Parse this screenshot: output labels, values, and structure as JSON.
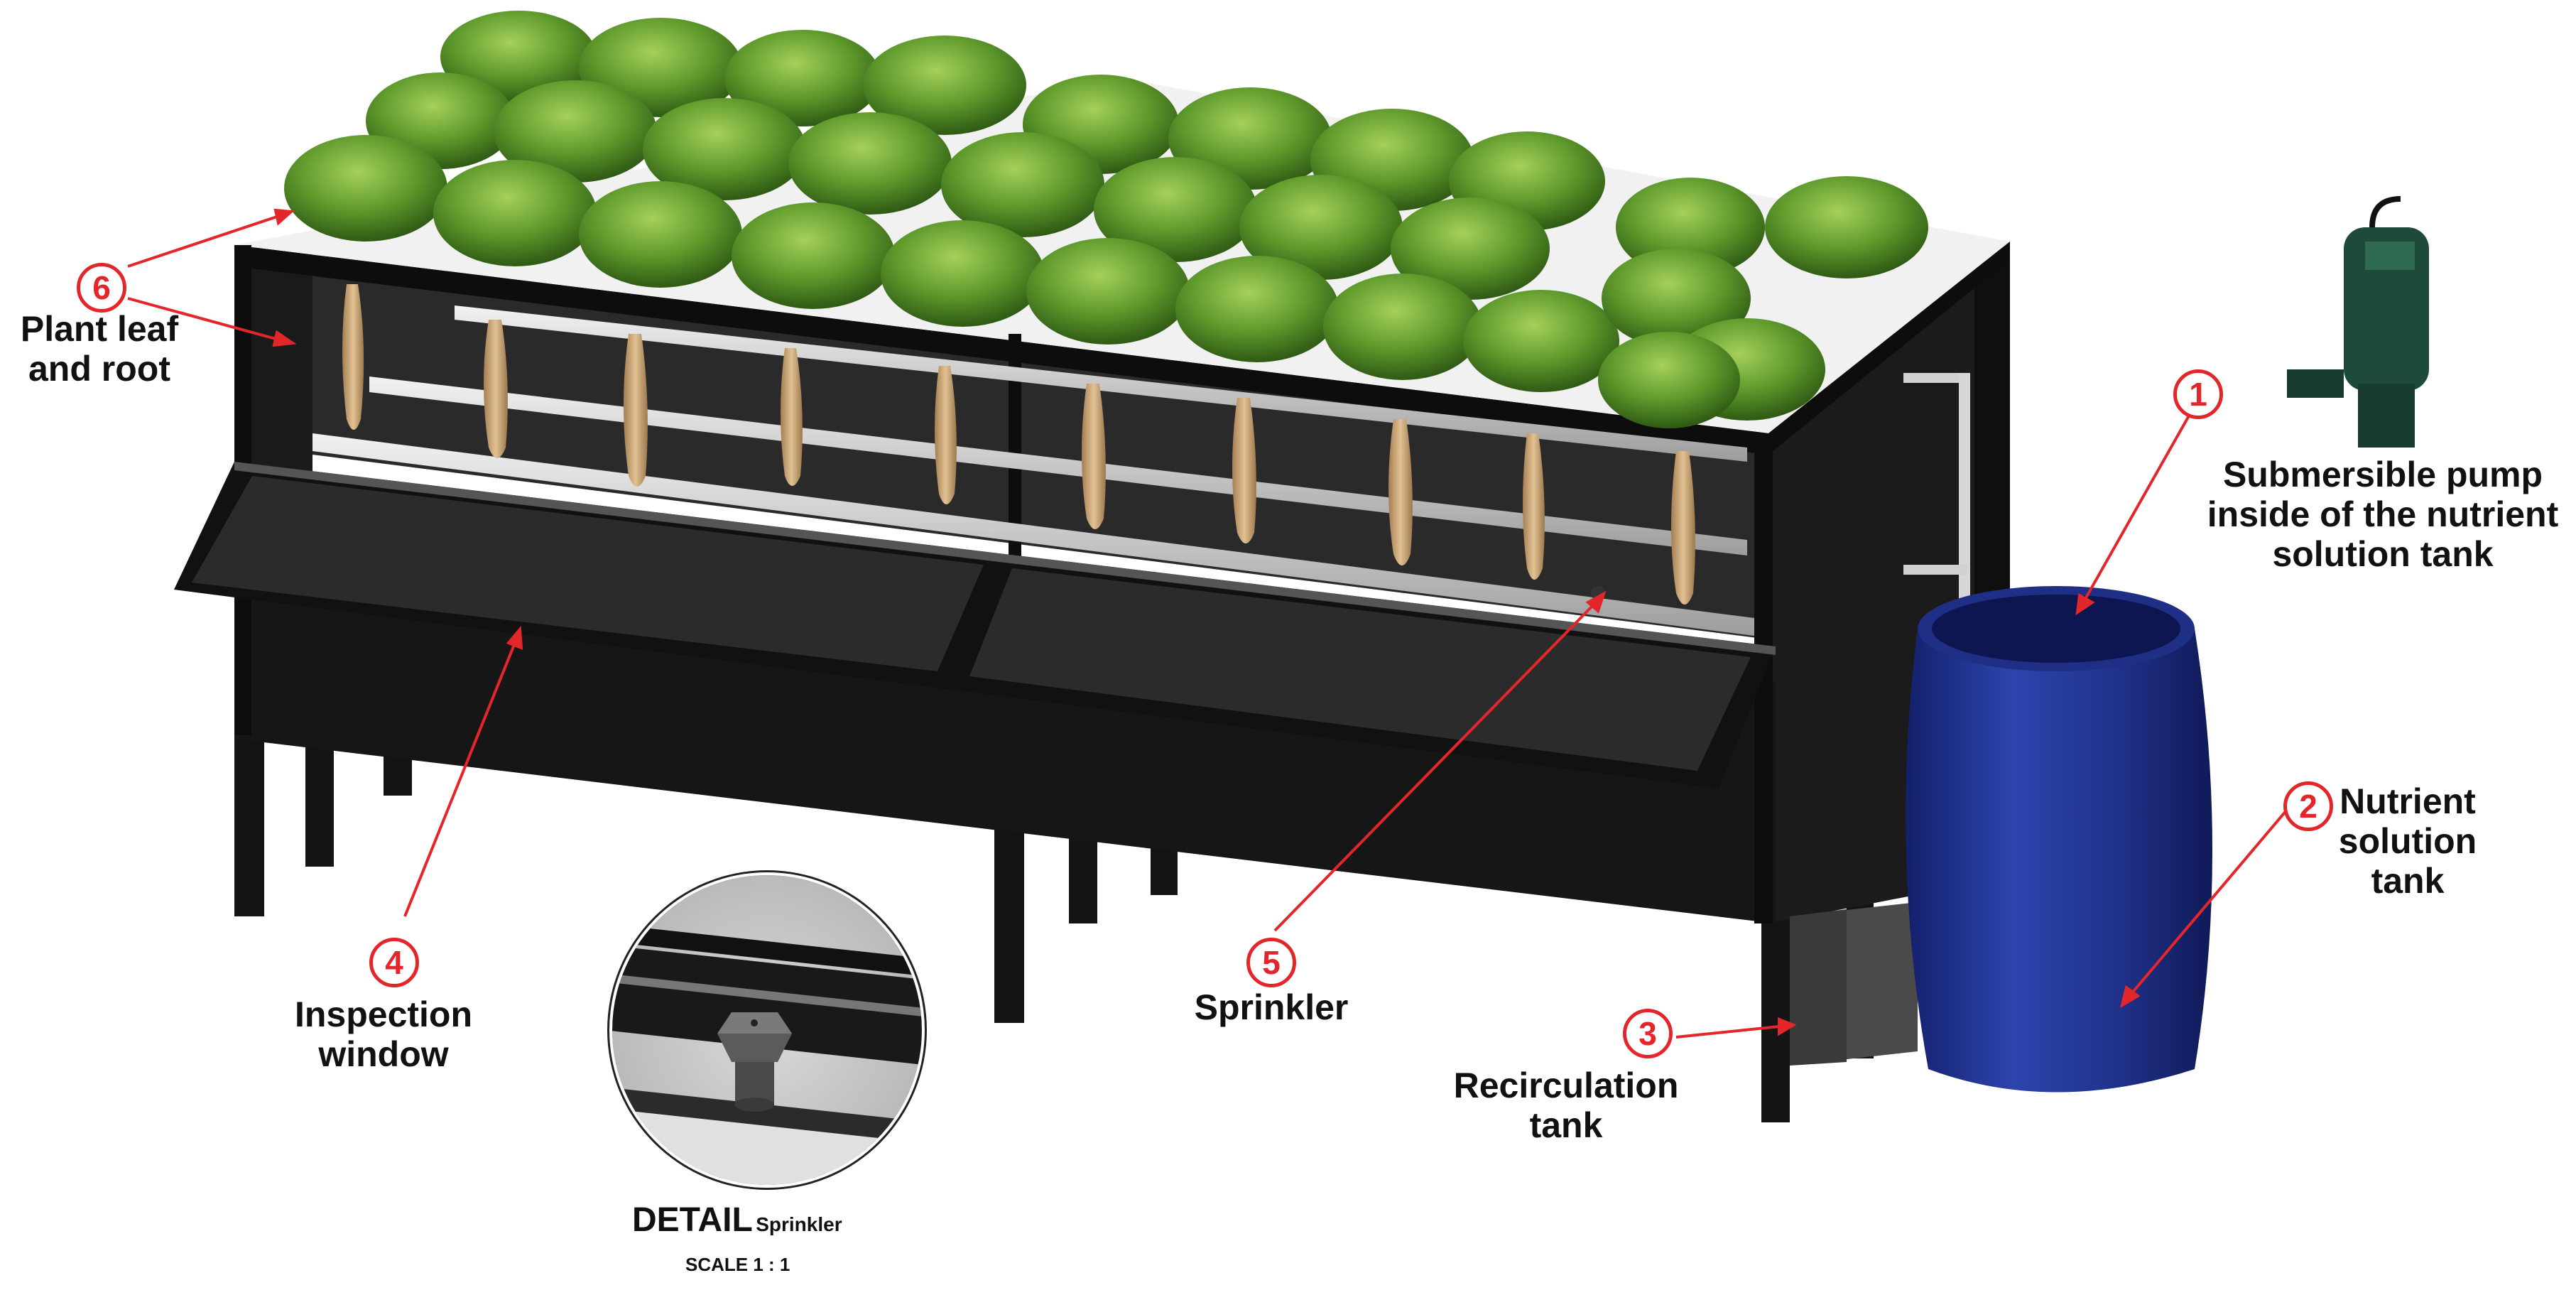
{
  "colors": {
    "callout": "#e3262a",
    "frame": "#141414",
    "lettuce": "#5f9a2c",
    "root": "#c8a273",
    "pipe": "#d8d8d8",
    "barrel": "#22348f",
    "pump": "#1e4a3a"
  },
  "callouts": [
    {
      "number": "1",
      "lines": [
        "Submersible pump",
        "inside of the nutrient",
        "solution tank"
      ]
    },
    {
      "number": "2",
      "lines": [
        "Nutrient",
        "solution",
        "tank"
      ]
    },
    {
      "number": "3",
      "lines": [
        "Recirculation",
        "tank"
      ]
    },
    {
      "number": "4",
      "lines": [
        "Inspection",
        "window"
      ]
    },
    {
      "number": "5",
      "lines": [
        "Sprinkler"
      ]
    },
    {
      "number": "6",
      "lines": [
        "Plant leaf",
        "and root"
      ]
    }
  ],
  "detail": {
    "title": "DETAIL",
    "subject": "Sprinkler",
    "scale": "SCALE 1 : 1"
  }
}
